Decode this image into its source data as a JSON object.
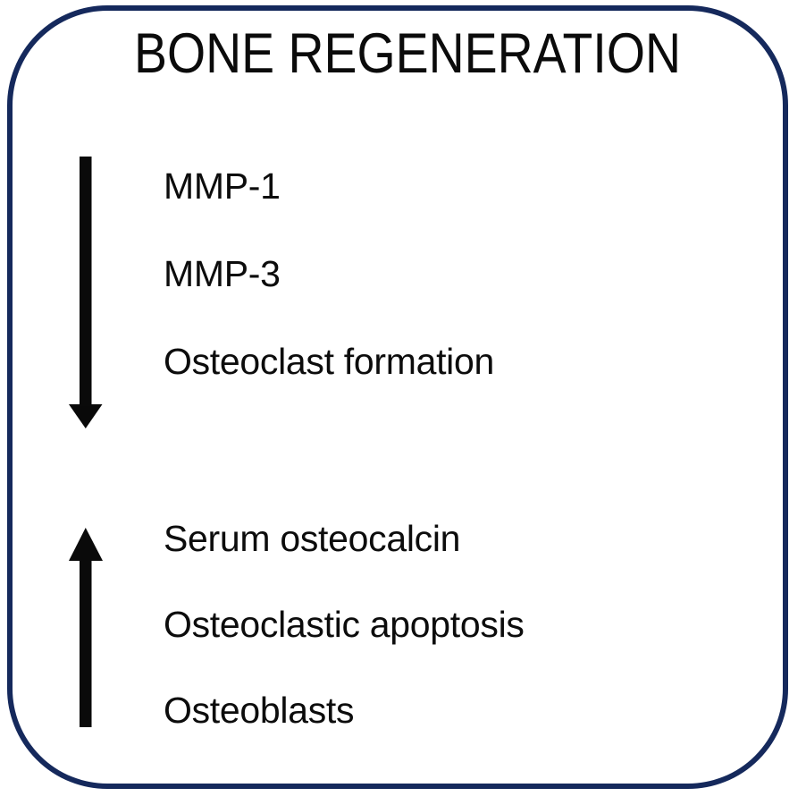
{
  "figure": {
    "title": "BONE REGENERATION",
    "border_color": "#15295c",
    "background_color": "#ffffff",
    "text_color": "#0c0c0c",
    "arrow_color": "#0a0a0a"
  },
  "groups": [
    {
      "direction": "down",
      "direction_icon": "arrow-down-icon",
      "meaning": "decrease",
      "items": [
        {
          "label": "MMP-1"
        },
        {
          "label": "MMP-3"
        },
        {
          "label": "Osteoclast formation"
        }
      ]
    },
    {
      "direction": "up",
      "direction_icon": "arrow-up-icon",
      "meaning": "increase",
      "items": [
        {
          "label": "Serum osteocalcin"
        },
        {
          "label": "Osteoclastic apoptosis"
        },
        {
          "label": "Osteoblasts"
        }
      ]
    }
  ]
}
